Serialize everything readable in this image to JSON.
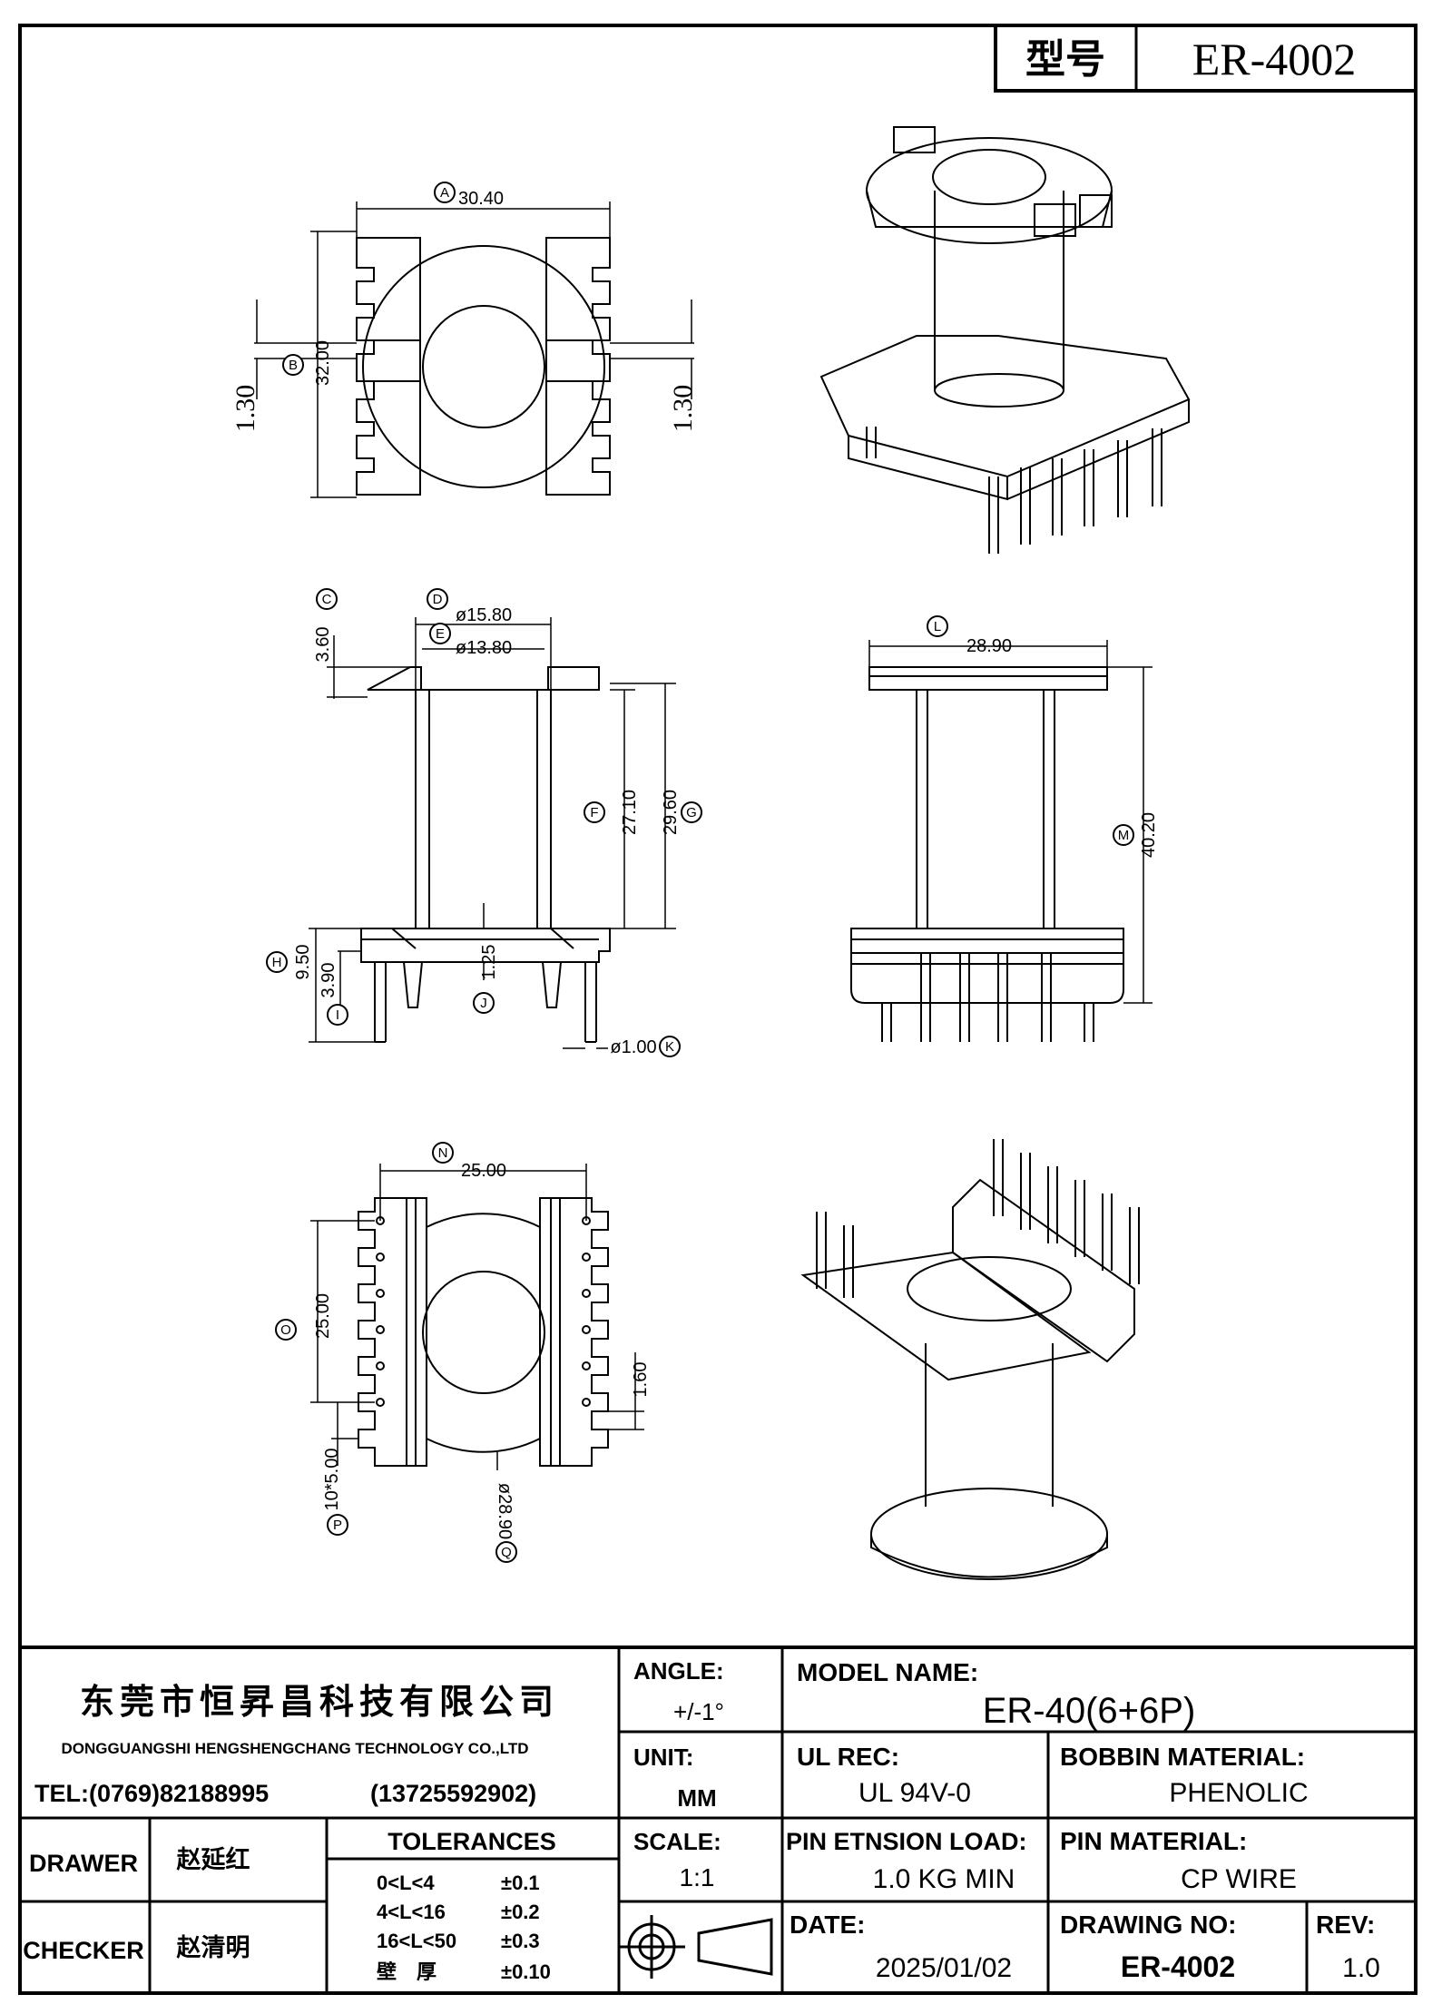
{
  "header": {
    "model_label": "型号",
    "model_value": "ER-4002"
  },
  "dims": {
    "A": {
      "letter": "A",
      "value": "30.40"
    },
    "B": {
      "letter": "B",
      "value": "32.00"
    },
    "side_left": "1.30",
    "side_right": "1.30",
    "C": {
      "letter": "C",
      "value": "3.60"
    },
    "D": {
      "letter": "D",
      "value": "ø15.80"
    },
    "E": {
      "letter": "E",
      "value": "ø13.80"
    },
    "F": {
      "letter": "F",
      "value": "27.10"
    },
    "G": {
      "letter": "G",
      "value": "29.60"
    },
    "H": {
      "letter": "H",
      "value": "9.50"
    },
    "I": {
      "letter": "I",
      "value": "3.90"
    },
    "J": {
      "letter": "J",
      "value": "1.25"
    },
    "K": {
      "letter": "K",
      "value": "ø1.00"
    },
    "L": {
      "letter": "L",
      "value": "28.90"
    },
    "M": {
      "letter": "M",
      "value": "40.20"
    },
    "N": {
      "letter": "N",
      "value": "25.00"
    },
    "O": {
      "letter": "O",
      "value": "25.00"
    },
    "pin_gap": "1.60",
    "P": {
      "letter": "P",
      "value": "10*5.00"
    },
    "Q": {
      "letter": "Q",
      "value": "ø28.90"
    }
  },
  "titleblock": {
    "company_cn": "东莞市恒昇昌科技有限公司",
    "company_en": "DONGGUANGSHI HENGSHENGCHANG TECHNOLOGY CO.,LTD",
    "tel": "TEL:(0769)82188995",
    "mobile": "(13725592902)",
    "drawer_label": "DRAWER",
    "drawer_name": "赵延红",
    "checker_label": "CHECKER",
    "checker_name": "赵清明",
    "tolerances_label": "TOLERANCES",
    "tolerances": [
      {
        "range": "0<L<4",
        "value": "±0.1"
      },
      {
        "range": "4<L<16",
        "value": "±0.2"
      },
      {
        "range": "16<L<50",
        "value": "±0.3"
      },
      {
        "range": "壁　厚",
        "value": "±0.10"
      }
    ],
    "angle_label": "ANGLE:",
    "angle_value": "+/-1°",
    "unit_label": "UNIT:",
    "unit_value": "MM",
    "scale_label": "SCALE:",
    "scale_value": "1:1",
    "model_name_label": "MODEL NAME:",
    "model_name_value": "ER-40(6+6P)",
    "ul_label": "UL REC:",
    "ul_value": "UL 94V-0",
    "bobbin_label": "BOBBIN MATERIAL:",
    "bobbin_value": "PHENOLIC",
    "pin_load_label": "PIN ETNSION LOAD:",
    "pin_load_value": "1.0 KG MIN",
    "pin_mat_label": "PIN MATERIAL:",
    "pin_mat_value": "CP WIRE",
    "date_label": "DATE:",
    "date_value": "2025/01/02",
    "drawing_no_label": "DRAWING NO:",
    "drawing_no_value": "ER-4002",
    "rev_label": "REV:",
    "rev_value": "1.0"
  }
}
